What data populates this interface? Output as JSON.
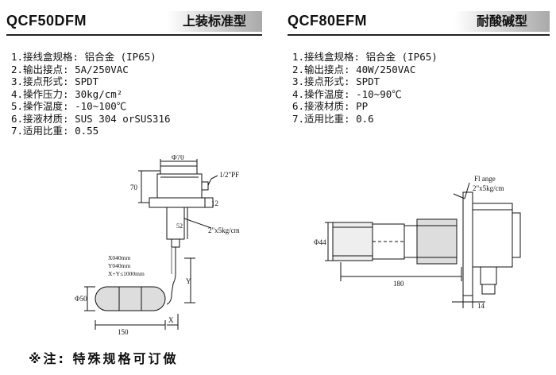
{
  "left_panel": {
    "model": "QCF50DFM",
    "tag": "上装标准型",
    "specs": [
      "1.接线盒规格: 铝合金 (IP65)",
      "2.输出接点: 5A/250VAC",
      "3.接点形式: SPDT",
      "4.操作压力: 30kg/cm²",
      "5.操作温度: -10~100℃",
      "6.接液材质: SUS 304 orSUS316",
      "7.适用比重: 0.55"
    ],
    "drawing": {
      "dim_top": "Φ70",
      "dim_height": "70",
      "thread": "1/2\"PF",
      "dim_12": "12",
      "dim_52": "52",
      "pressure": "2\"x5kg/cm",
      "size_x": "X040mm",
      "size_y": "Y040mm",
      "size_xy": "X+Y≤1000mm",
      "dim_y": "Y",
      "dim_phi50": "Φ50",
      "dim_150": "150",
      "dim_x": "X"
    }
  },
  "right_panel": {
    "model": "QCF80EFM",
    "tag": "耐酸碱型",
    "specs": [
      "1.接线盒规格: 铝合金 (IP65)",
      "2.输出接点: 40W/250VAC",
      "3.接点形式: SPDT",
      "4.操作温度: -10~90℃",
      "6.接液材质: PP",
      "7.适用比重: 0.6"
    ],
    "drawing": {
      "flange": "Fl ange",
      "flange_pressure": "2\"x5kg/cm",
      "dim_phi44": "Φ44",
      "dim_180": "180",
      "dim_14": "14"
    }
  },
  "note": "※注: 特殊规格可订做"
}
